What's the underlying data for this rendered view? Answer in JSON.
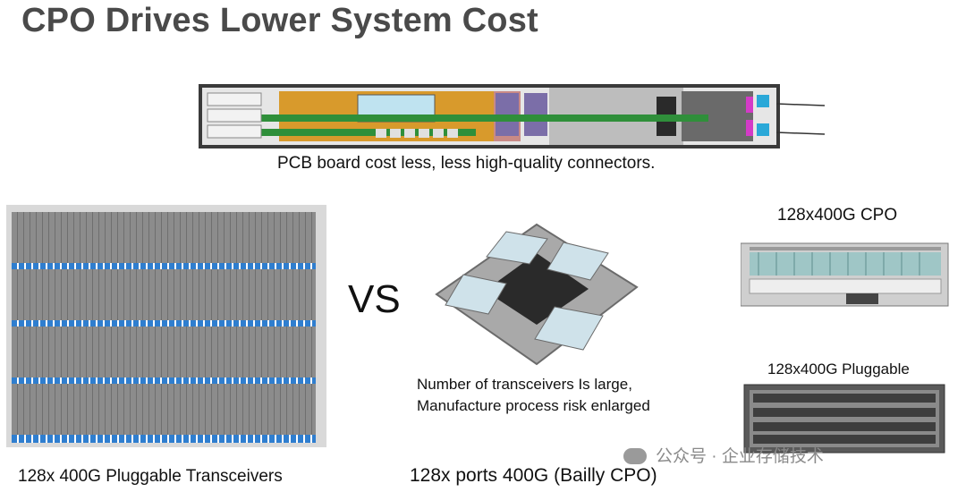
{
  "title": "CPO Drives Lower System Cost",
  "pcb_caption": "PCB board cost less, less high-quality  connectors.",
  "vs_label": "VS",
  "left_caption": "128x 400G Pluggable Transceivers",
  "center_note_line1": "Number of transceivers Is large,",
  "center_note_line2": "Manufacture process risk enlarged",
  "center_caption": "128x ports 400G (Bailly CPO)",
  "right_top_label": "128x400G CPO",
  "right_bottom_label": "128x400G Pluggable",
  "watermark": "公众号 · 企业存储技术",
  "colors": {
    "title": "#4a4a4a",
    "pcb_orange": "#d89a2c",
    "pcb_green": "#2f8f3a",
    "pcb_purple": "#7b6ea8",
    "transceiver_blue": "#2f7ecf"
  }
}
